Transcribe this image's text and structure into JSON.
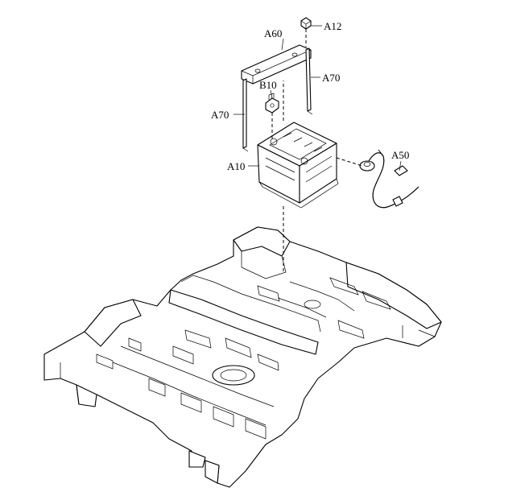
{
  "diagram": {
    "callouts": {
      "a12": "A12",
      "a60": "A60",
      "a70_right": "A70",
      "b10": "B10",
      "a70_left": "A70",
      "a10": "A10",
      "a50": "A50"
    }
  }
}
